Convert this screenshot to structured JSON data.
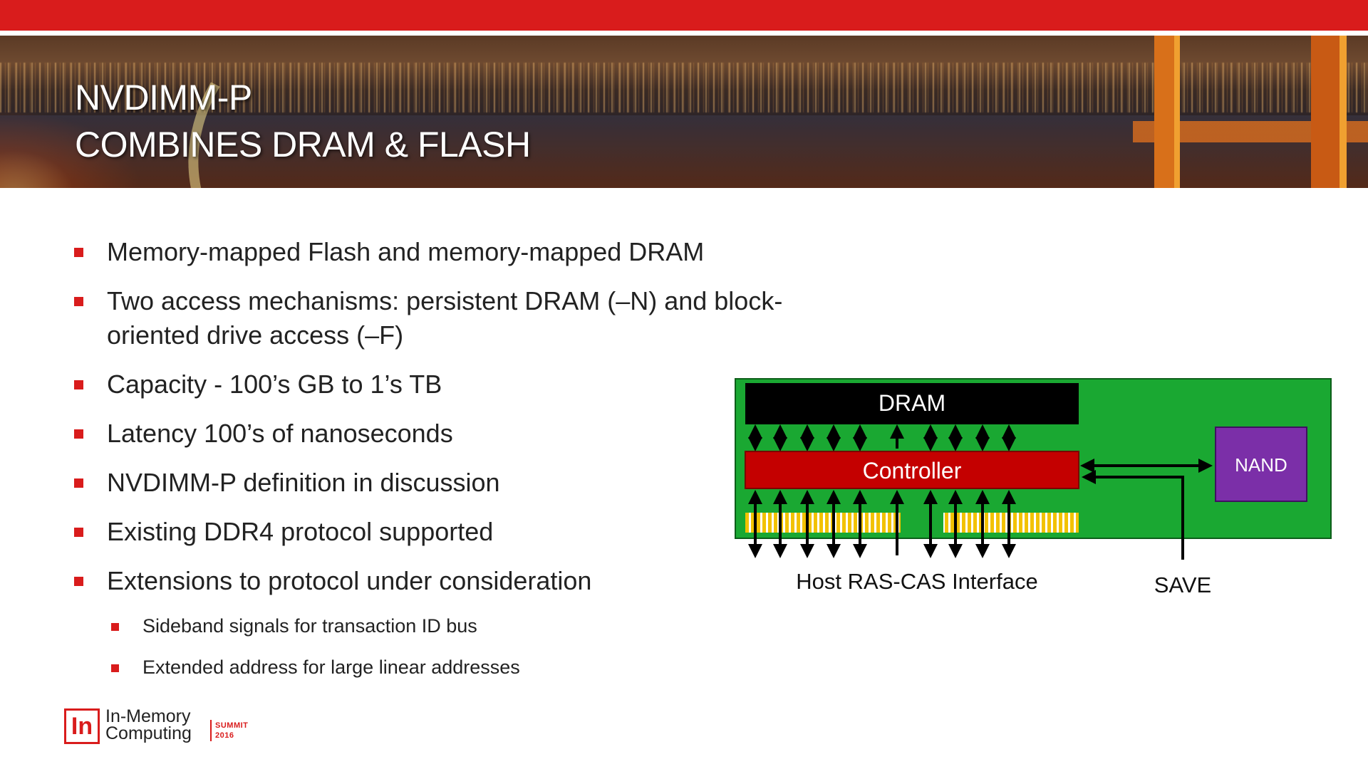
{
  "slide": {
    "title_line1": "NVDIMM-P",
    "title_line2": "COMBINES DRAM & FLASH",
    "bullets": [
      "Memory-mapped Flash and memory-mapped DRAM",
      "Two access mechanisms: persistent DRAM (–N) and block-",
      "oriented drive access (–F)",
      "Capacity - 100’s GB to 1’s TB",
      "Latency 100’s of nanoseconds",
      "NVDIMM-P definition in discussion",
      "Existing DDR4 protocol supported",
      "Extensions to protocol  under consideration"
    ],
    "sub_bullets": [
      "Sideband signals for transaction ID bus",
      "Extended address for large linear addresses"
    ]
  },
  "diagram": {
    "dram_label": "DRAM",
    "controller_label": "Controller",
    "nand_label": "NAND",
    "host_label": "Host RAS-CAS Interface",
    "save_label": "SAVE",
    "colors": {
      "board": "#1aa832",
      "dram": "#000000",
      "controller": "#c40000",
      "nand": "#7b2fa8",
      "pins": "#f2c200"
    }
  },
  "logo": {
    "mark": "In",
    "line1": "In-Memory",
    "line2": "Computing",
    "summit": "SUMMIT",
    "year": "2016"
  },
  "theme": {
    "accent": "#d91c1c"
  }
}
